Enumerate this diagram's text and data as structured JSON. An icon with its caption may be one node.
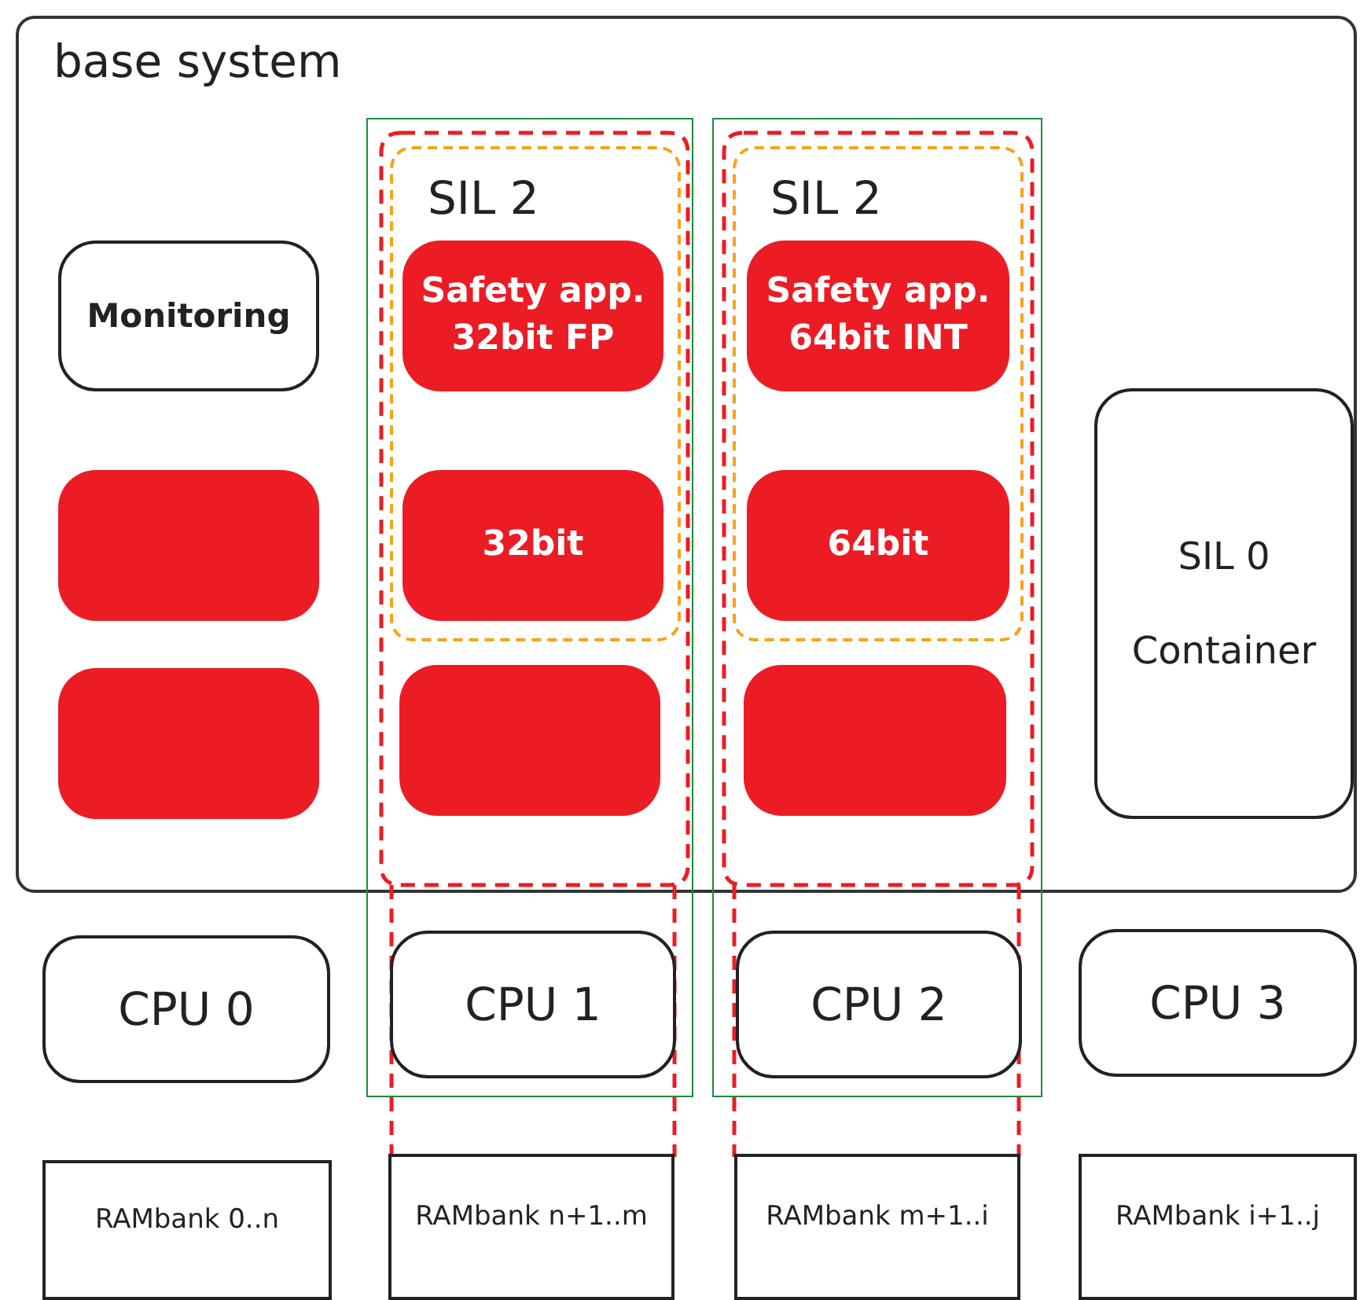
{
  "diagram": {
    "nodes": [
      {
        "text": [
          "base system"
        ]
      },
      {
        "text": [
          "Monitoring"
        ],
        "in": 0
      },
      {
        "text": [],
        "shape": "box",
        "in": 0
      },
      {
        "text": [],
        "shape": "box",
        "in": 0
      },
      {
        "text": [],
        "shape": "box"
      },
      {
        "text": [],
        "shape": "box",
        "in": 4
      },
      {
        "text": [
          "SIL 2"
        ]
      },
      {
        "text": [
          "Safety app. 32bit FP"
        ],
        "in": 6
      },
      {
        "text": [
          "32bit"
        ],
        "in": 6
      },
      {
        "text": [],
        "shape": "box"
      },
      {
        "text": [],
        "shape": "box"
      },
      {
        "text": [],
        "shape": "box",
        "in": 10
      },
      {
        "text": [
          "SIL 2"
        ]
      },
      {
        "text": [
          "Safety app. 64bit INT"
        ],
        "in": 12
      },
      {
        "text": [
          "64bit"
        ],
        "in": 12
      },
      {
        "text": [],
        "shape": "box"
      },
      {
        "text": [
          "SIL 0",
          "Container"
        ],
        "in": 0
      },
      {
        "text": [
          "CPU 0"
        ]
      },
      {
        "text": [
          "CPU 1"
        ],
        "in": 5
      },
      {
        "text": [
          "CPU 2"
        ],
        "in": 11
      },
      {
        "text": [
          "CPU 3"
        ]
      },
      {
        "text": [
          "RAMbank 0..n"
        ]
      },
      {
        "text": [
          "RAMbank n+1..m"
        ]
      },
      {
        "text": [
          "RAMbank m+1..i"
        ]
      },
      {
        "text": [
          "RAMbank i+1..j"
        ]
      }
    ],
    "edges": []
  }
}
